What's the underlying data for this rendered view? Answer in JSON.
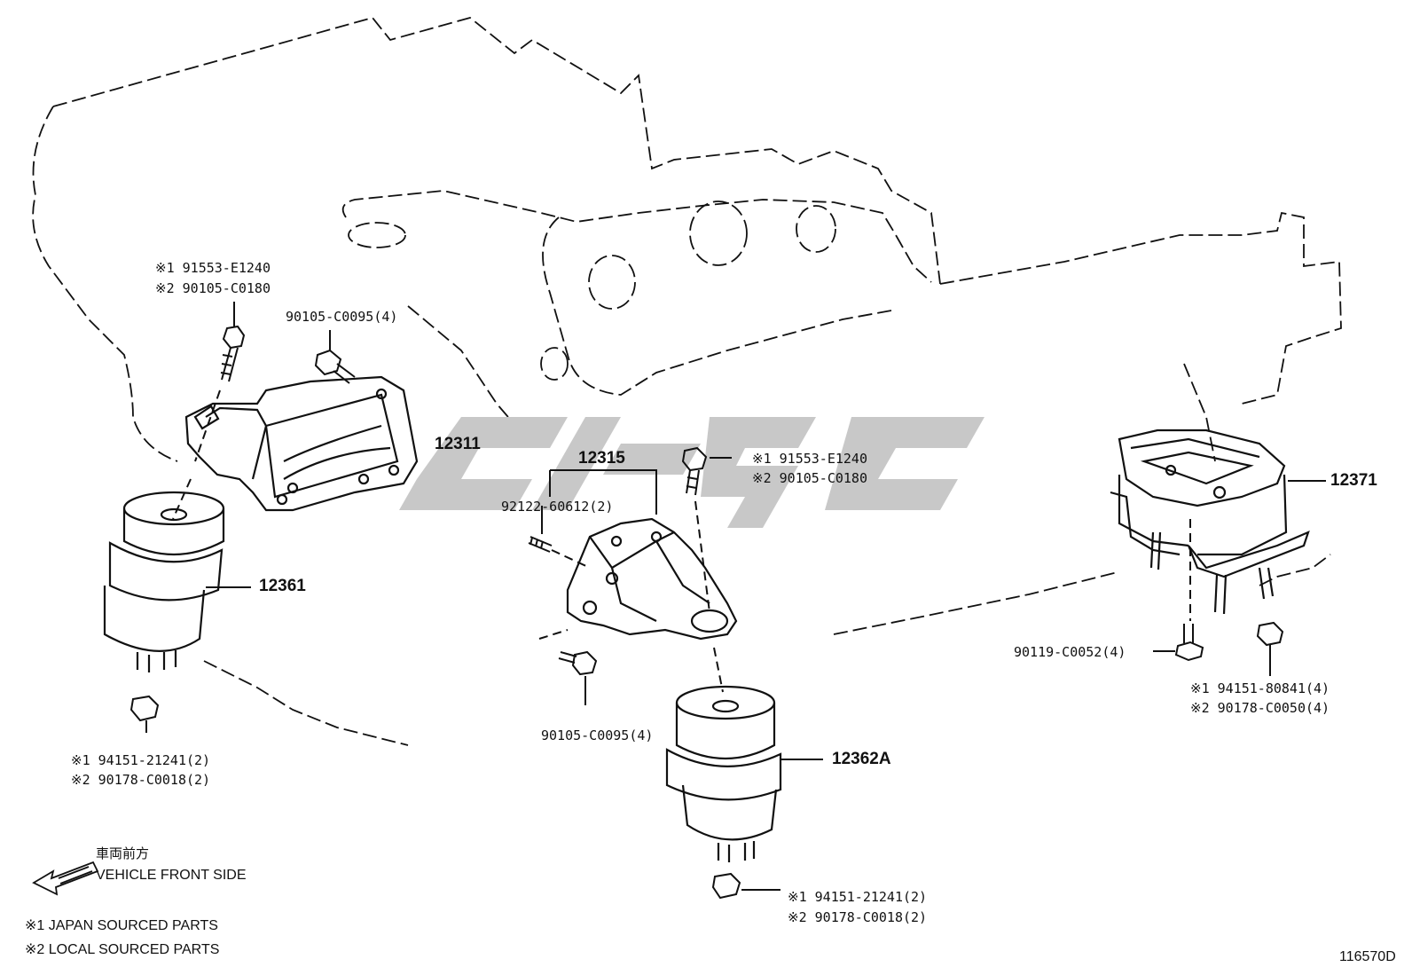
{
  "labels": {
    "p12311": "12311",
    "p12361": "12361",
    "p12315": "12315",
    "p12362a": "12362A",
    "p12371": "12371",
    "bolt_left_1": "※1 91553-E1240",
    "bolt_left_2": "※2 90105-C0180",
    "bolt_top": "90105-C0095(4)",
    "nut_left_1": "※1 94151-21241(2)",
    "nut_left_2": "※2 90178-C0018(2)",
    "stud_center": "92122-60612(2)",
    "bolt_center_1": "※1 91553-E1240",
    "bolt_center_2": "※2 90105-C0180",
    "bolt_center_bottom": "90105-C0095(4)",
    "nut_center_1": "※1 94151-21241(2)",
    "nut_center_2": "※2 90178-C0018(2)",
    "bolt_right": "90119-C0052(4)",
    "nut_right_1": "※1 94151-80841(4)",
    "nut_right_2": "※2 90178-C0050(4)"
  },
  "direction": {
    "jp": "車両前方",
    "en": "VEHICLE FRONT SIDE"
  },
  "legend": {
    "note1": "※1 JAPAN SOURCED PARTS",
    "note2": "※2 LOCAL SOURCED PARTS"
  },
  "illustration_id": "116570D",
  "watermark_color": "#c8c8c8"
}
